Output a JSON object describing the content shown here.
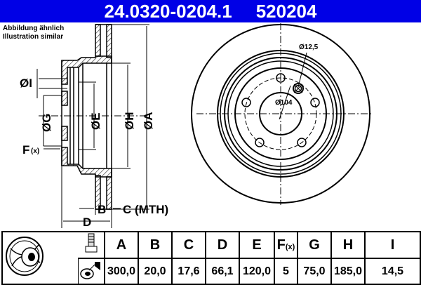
{
  "header": {
    "part_number": "24.0320-0204.1",
    "ref_number": "520204",
    "background_color": "#0000e6"
  },
  "note": {
    "line1": "Abbildung ähnlich",
    "line2": "Illustration similar"
  },
  "section_view": {
    "labels": {
      "I": "ØI",
      "G": "ØG",
      "E": "ØE",
      "H": "ØH",
      "A": "ØA",
      "F": "F",
      "F_sub": "(x)",
      "B": "B",
      "C": "C (MTH)",
      "D": "D"
    }
  },
  "front_view": {
    "bolt_hole_label": "Ø12,5",
    "pcd_label": "Ø104",
    "bolt_holes": 5
  },
  "specs_table": {
    "icons": [
      "brake-disc-icon",
      "bolt-icon",
      "lubricant-spray-icon"
    ],
    "headers": [
      "A",
      "B",
      "C",
      "D",
      "E",
      "F",
      "G",
      "H",
      "I"
    ],
    "header_F_sub": "(x)",
    "values": [
      "300,0",
      "20,0",
      "17,6",
      "66,1",
      "120,0",
      "5",
      "75,0",
      "185,0",
      "14,5"
    ]
  }
}
